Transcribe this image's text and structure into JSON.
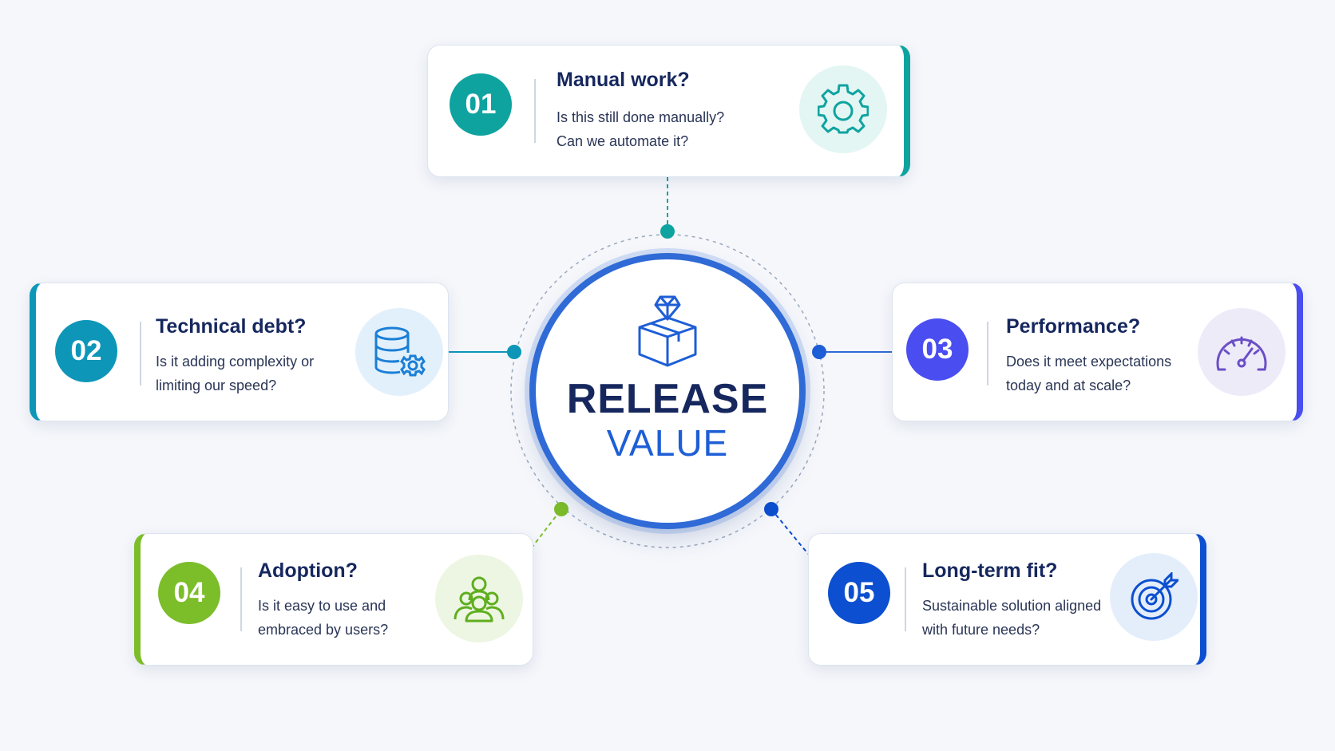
{
  "hub": {
    "title": "RELEASE",
    "subtitle": "VALUE",
    "icon": "gift-box-diamond-icon"
  },
  "colors": {
    "teal": "#0fa3a0",
    "cyan_blue": "#0e96b8",
    "indigo": "#4a4ef0",
    "green": "#7cbd2a",
    "blue": "#0c4fd0",
    "navy": "#16275e"
  },
  "items": [
    {
      "number": "01",
      "title": "Manual work?",
      "lines": [
        "Is this still done manually?",
        "Can we automate it?"
      ],
      "icon": "gear-icon"
    },
    {
      "number": "02",
      "title": "Technical debt?",
      "lines": [
        "Is it adding complexity or",
        "limiting our speed?"
      ],
      "icon": "database-gear-icon"
    },
    {
      "number": "03",
      "title": "Performance?",
      "lines": [
        "Does it meet expectations",
        "today and at scale?"
      ],
      "icon": "speedometer-icon"
    },
    {
      "number": "04",
      "title": "Adoption?",
      "lines": [
        "Is it easy to use and",
        "embraced by users?"
      ],
      "icon": "users-group-icon"
    },
    {
      "number": "05",
      "title": "Long-term fit?",
      "lines": [
        "Sustainable solution aligned",
        "with future needs?"
      ],
      "icon": "target-arrow-icon"
    }
  ]
}
